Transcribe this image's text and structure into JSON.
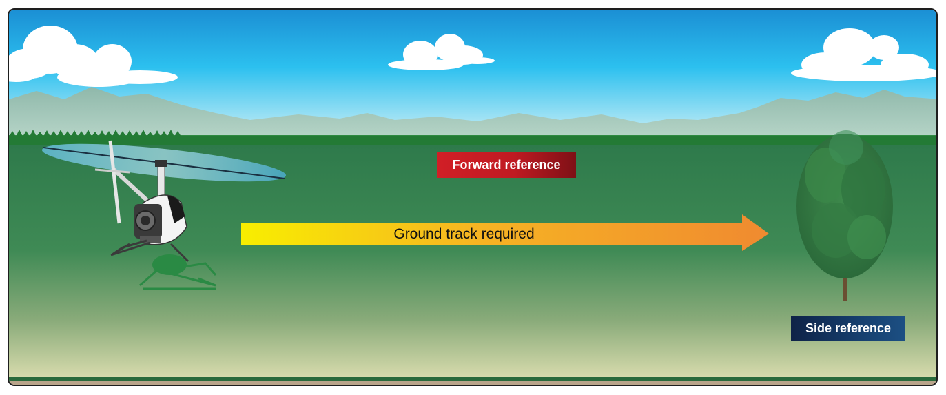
{
  "labels": {
    "forward_reference": "Forward reference",
    "side_reference": "Side reference",
    "ground_track": "Ground track required"
  },
  "colors": {
    "sky_top": "#1fa9e6",
    "ground": "#2f7d4c",
    "forward_badge": "#c01a22",
    "side_badge": "#163f6e",
    "arrow_start": "#f6ef00",
    "arrow_end": "#f18a2e"
  }
}
